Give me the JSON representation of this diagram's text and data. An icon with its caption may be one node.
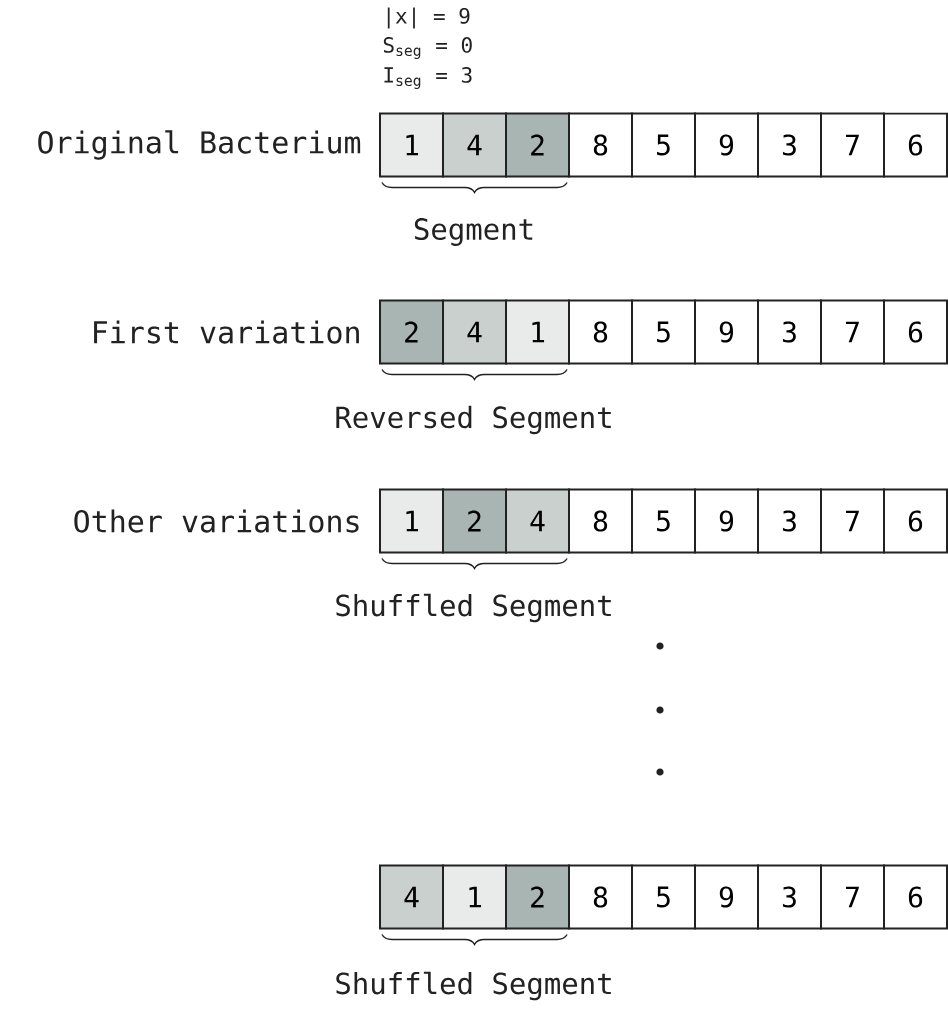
{
  "diagram": {
    "nodes": [
      {
        "text": [
          "1"
        ]
      },
      {
        "text": [
          "4"
        ]
      },
      {
        "text": [
          "2"
        ]
      },
      {
        "text": [
          "8"
        ]
      },
      {
        "text": [
          "5"
        ]
      },
      {
        "text": [
          "9"
        ]
      },
      {
        "text": [
          "3"
        ]
      },
      {
        "text": [
          "7"
        ]
      },
      {
        "text": [
          "6"
        ]
      },
      {
        "text": [
          "2"
        ]
      },
      {
        "text": [
          "4"
        ]
      },
      {
        "text": [
          "1"
        ]
      },
      {
        "text": [
          "8"
        ]
      },
      {
        "text": [
          "5"
        ]
      },
      {
        "text": [
          "9"
        ]
      },
      {
        "text": [
          "3"
        ]
      },
      {
        "text": [
          "7"
        ]
      },
      {
        "text": [
          "6"
        ]
      },
      {
        "text": [
          "1"
        ]
      },
      {
        "text": [
          "2"
        ]
      },
      {
        "text": [
          "4"
        ]
      },
      {
        "text": [
          "8"
        ]
      },
      {
        "text": [
          "5"
        ]
      },
      {
        "text": [
          "9"
        ]
      },
      {
        "text": [
          "3"
        ]
      },
      {
        "text": [
          "7"
        ]
      },
      {
        "text": [
          "6"
        ]
      },
      {
        "text": [
          "4"
        ]
      },
      {
        "text": [
          "1"
        ]
      },
      {
        "text": [
          "2"
        ]
      },
      {
        "text": [
          "8"
        ]
      },
      {
        "text": [
          "5"
        ]
      },
      {
        "text": [
          "9"
        ]
      },
      {
        "text": [
          "3"
        ]
      },
      {
        "text": [
          "7"
        ]
      },
      {
        "text": [
          "6"
        ]
      }
    ],
    "edges": [],
    "labels": [
      "|x| = 9",
      "S$_{seg}$ = 0",
      "I$_{seg}$ = 3",
      "Original Bacterium",
      "Segment",
      "First variation",
      "Reversed Segment",
      "Other variations",
      "Shuffled Segment",
      "Shuffled Segment"
    ]
  }
}
